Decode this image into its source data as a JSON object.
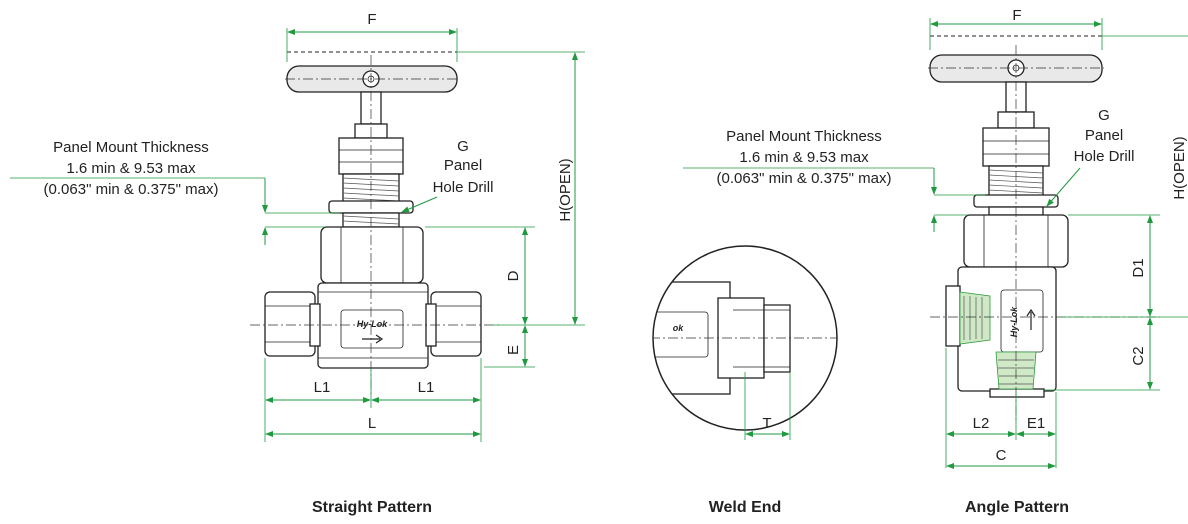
{
  "straight": {
    "caption": "Straight Pattern",
    "dim_f": "F",
    "dim_h": "H(OPEN)",
    "dim_d": "D",
    "dim_e": "E",
    "dim_l1_left": "L1",
    "dim_l1_right": "L1",
    "dim_l": "L",
    "panel_title": "Panel Mount Thickness",
    "panel_metric": "1.6 min & 9.53 max",
    "panel_inch": "(0.063\" min & 0.375\" max)",
    "g_line1": "G",
    "g_line2": "Panel",
    "g_line3": "Hole Drill",
    "brand": "Hy-Lok"
  },
  "weld": {
    "caption": "Weld End",
    "dim_t": "T",
    "brand_fragment": "ok"
  },
  "angle": {
    "caption": "Angle Pattern",
    "dim_f": "F",
    "dim_h": "H(OPEN)",
    "dim_d1": "D1",
    "dim_c2": "C2",
    "dim_l2": "L2",
    "dim_e1": "E1",
    "dim_c": "C",
    "panel_title": "Panel Mount Thickness",
    "panel_metric": "1.6 min & 9.53 max",
    "panel_inch": "(0.063\" min & 0.375\" max)",
    "g_line1": "G",
    "g_line2": "Panel",
    "g_line3": "Hole Drill",
    "brand": "Hy-Lok"
  },
  "colors": {
    "dimension": "#1f9a3f",
    "outline": "#222222",
    "thread_highlight": "#cfe8c6"
  }
}
